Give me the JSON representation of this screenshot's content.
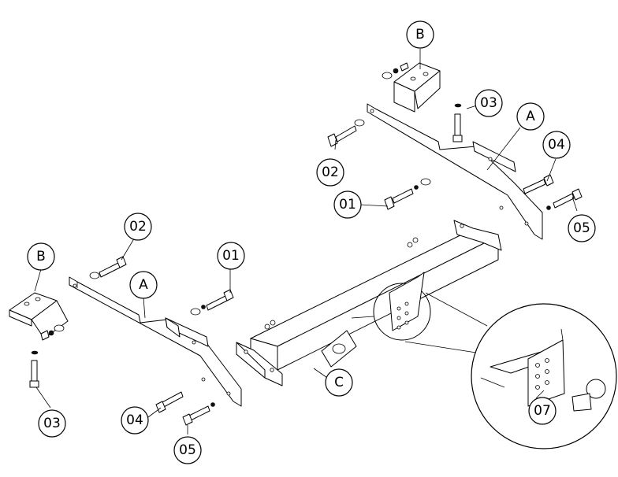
{
  "diagram": {
    "labels": {
      "b_top": "B",
      "a_top": "A",
      "p03_top": "03",
      "p02_top": "02",
      "p01_top": "01",
      "p04_top": "04",
      "p05_top": "05",
      "b_left": "B",
      "p02_left": "02",
      "a_left": "A",
      "p01_left": "01",
      "p03_left": "03",
      "p04_left": "04",
      "p05_left": "05",
      "c_bar": "C",
      "p07_detail": "07"
    }
  }
}
